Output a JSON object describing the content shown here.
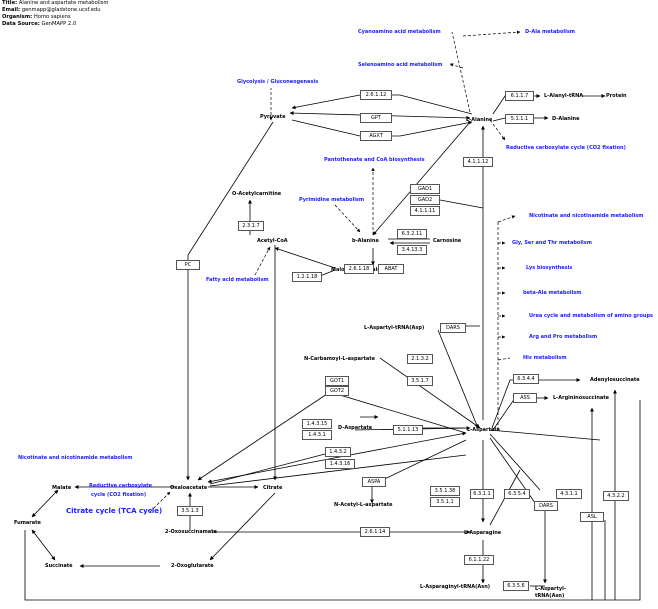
{
  "header": {
    "title_label": "Title:",
    "title": "Alanine and aspartate metabolism",
    "email_label": "Email:",
    "email": "genmapp@gladstone.ucsf.edu",
    "organism_label": "Organism:",
    "organism": "Homo sapiens",
    "source_label": "Data Source:",
    "source": "GenMAPP 2.0"
  },
  "metabolites": {
    "pyruvate": "Pyruvate",
    "l_alanine": "L-Alanine",
    "protein": "Protein",
    "l_alanyl_trna": "L-Alanyl-tRNA",
    "d_alanine": "D-Alanine",
    "o_acetylcarnitine": "O-Acetylcarnitine",
    "acetyl_coa": "Acetyl-CoA",
    "b_alanine": "b-Alanine",
    "carnosine": "Carnosine",
    "malonate_semialdehyde": "Malonate semialdehyde",
    "l_aspartyl_trna": "L-Aspartyl-tRNA(Asp)",
    "n_carbamoyl": "N-Carbamoyl-L-aspartate",
    "adenylosuccinate": "Adenylosuccinate",
    "l_argininosuccinate": "L-Argininosuccinate",
    "d_aspartate": "D-Aspartate",
    "l_aspartate": "L-Aspartate",
    "malate": "Malate",
    "oxaloacetate": "Oxaloacetate",
    "citrate": "Citrate",
    "fumarate": "Fumarate",
    "n_acetyl_aspartate": "N-Acetyl-L-aspartate",
    "oxosuccinamate": "2-Oxosuccinamate",
    "l_asparagine": "L-Asparagine",
    "succinate": "Succinate",
    "oxoglutarate": "2-Oxoglutarate",
    "l_asparaginyl_trna": "L-Asparaginyl-tRNA(Asn)",
    "l_aspartyl_trna_asn_1": "L-Aspartyl-",
    "l_aspartyl_trna_asn_2": "tRNA(Asn)"
  },
  "pathways": {
    "cyanoamino": "Cyanoamino acid metabolism",
    "d_ala": "D-Ala metabolism",
    "selenoamino": "Selenoamino acid metabolism",
    "glycolysis": "Glycolysis / Gluconeogenesis",
    "reductive_top": "Reductive carboxylate cycle (CO2 fixation)",
    "pantothenate": "Pantothenate and CoA biosynthesis",
    "pyrimidine": "Pyrimidine metabolism",
    "nicotinate_right": "Nicotinate and nicotinamide metabolism",
    "gly_ser_thr": "Gly, Ser and Thr metabolism",
    "lys": "Lys biosynthesis",
    "fatty_acid": "Fatty acid metabolism",
    "beta_ala": "beta-Ala metabolism",
    "urea": "Urea cycle and metabolism of amino groups",
    "arg_pro": "Arg and Pro metabolism",
    "his": "His metabolism",
    "nicotinate_left": "Nicotinate and nicotinamide metabolism",
    "reductive_bottom_1": "Reductive carboxylate",
    "reductive_bottom_2": "cycle (CO2 fixation)",
    "tca": "Citrate cycle (TCA cycle)"
  },
  "enzymes": {
    "e_2_6_1_12": "2.6.1.12",
    "gpt": "GPT",
    "agxt": "AGXT",
    "e_6_1_1_7": "6.1.1.7",
    "e_5_1_1_1": "5.1.1.1",
    "e_4_1_1_12": "4.1.1.12",
    "gad1": "GAD1",
    "gad2": "GAD2",
    "e_4_1_1_11": "4.1.1.11",
    "e_2_3_1_7": "2.3.1.7",
    "e_6_3_2_11": "6.3.2.11",
    "e_3_4_13_3": "3.4.13.3",
    "pc": "PC",
    "e_2_6_1_18": "2.6.1.18",
    "abat": "ABAT",
    "e_1_2_1_18": "1.2.1.18",
    "dars": "DARS",
    "e_2_1_3_2": "2.1.3.2",
    "e_3_5_1_7": "3.5.1.7",
    "got1": "GOT1",
    "got2": "GOT2",
    "e_6_3_4_4": "6.3.4.4",
    "ass": "ASS",
    "e_1_4_3_15": "1.4.3.15",
    "e_1_4_3_1": "1.4.3.1",
    "e_5_1_1_13": "5.1.1.13",
    "e_1_4_3_2": "1.4.3.2",
    "e_1_4_3_16": "1.4.3.16",
    "aspa": "ASPA",
    "e_3_5_1_38": "3.5.1.38",
    "e_3_5_1_1": "3.5.1.1",
    "e_6_3_1_1": "6.3.1.1",
    "e_6_3_5_4": "6.3.5.4",
    "dars2": "DARS",
    "e_4_3_1_1": "4.3.1.1",
    "asl": "ASL",
    "e_4_3_2_2": "4.3.2.2",
    "e_3_5_1_3": "3.5.1.3",
    "e_2_6_1_14": "2.6.1.14",
    "e_6_1_1_22": "6.1.1.22",
    "e_6_3_5_6": "6.3.5.6"
  },
  "colors": {
    "pathway_text": "#1a1aff",
    "line": "#000000",
    "box_border": "#555555"
  }
}
